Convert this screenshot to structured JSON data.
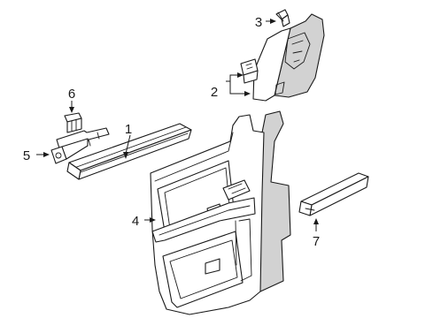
{
  "callouts": {
    "c1": "1",
    "c2": "2",
    "c3": "3",
    "c4": "4",
    "c5": "5",
    "c6": "6",
    "c7": "7"
  },
  "colors": {
    "line": "#1a1a1a",
    "shade": "#d2d2d2",
    "background": "#ffffff"
  }
}
